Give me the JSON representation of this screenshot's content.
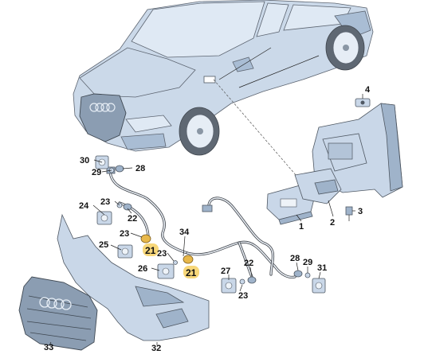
{
  "diagram": {
    "callouts": [
      {
        "id": "c30",
        "text": "30"
      },
      {
        "id": "c29",
        "text": "29"
      },
      {
        "id": "c28a",
        "text": "28"
      },
      {
        "id": "c4",
        "text": "4"
      },
      {
        "id": "c23a",
        "text": "23"
      },
      {
        "id": "c24",
        "text": "24"
      },
      {
        "id": "c22a",
        "text": "22"
      },
      {
        "id": "c23b",
        "text": "23"
      },
      {
        "id": "c21a",
        "text": "21"
      },
      {
        "id": "c34",
        "text": "34"
      },
      {
        "id": "c25",
        "text": "25"
      },
      {
        "id": "c23c",
        "text": "23"
      },
      {
        "id": "c21b",
        "text": "21"
      },
      {
        "id": "c26",
        "text": "26"
      },
      {
        "id": "c27",
        "text": "27"
      },
      {
        "id": "c22b",
        "text": "22"
      },
      {
        "id": "c23d",
        "text": "23"
      },
      {
        "id": "c28b",
        "text": "28"
      },
      {
        "id": "c29b",
        "text": "29"
      },
      {
        "id": "c31",
        "text": "31"
      },
      {
        "id": "c1",
        "text": "1"
      },
      {
        "id": "c2",
        "text": "2"
      },
      {
        "id": "c3",
        "text": "3"
      },
      {
        "id": "c33",
        "text": "33"
      },
      {
        "id": "c32",
        "text": "32"
      }
    ],
    "highlight_color": "#f6d36b"
  }
}
